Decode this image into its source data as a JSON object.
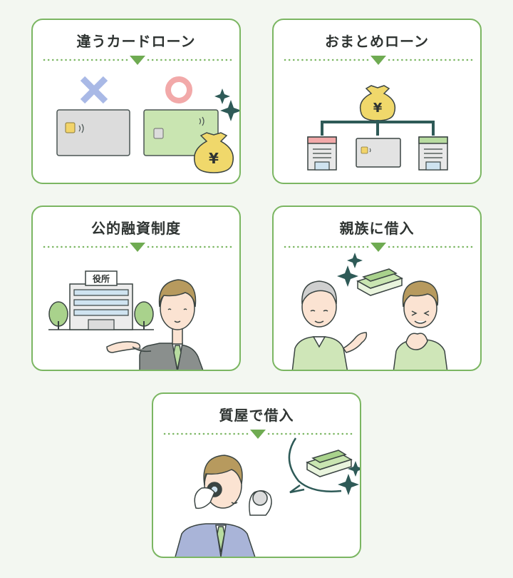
{
  "cards": [
    {
      "title": "違うカードローン"
    },
    {
      "title": "おまとめローン"
    },
    {
      "title": "公的融資制度",
      "building_sign": "役所"
    },
    {
      "title": "親族に借入"
    },
    {
      "title": "質屋で借入"
    }
  ],
  "symbols": {
    "yen": "¥"
  },
  "colors": {
    "border": "#7bb662",
    "accent_green": "#6fab52",
    "background": "#f3f7f1",
    "dark_teal": "#2e5a57",
    "money_bag": "#f0d86b",
    "pink": "#f2a9a9",
    "blue_cross": "#a9b9e6"
  }
}
